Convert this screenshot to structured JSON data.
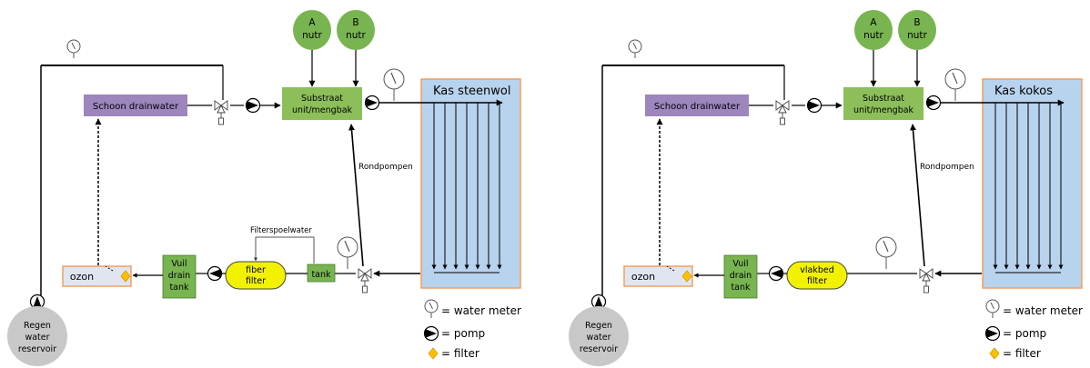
{
  "left": {
    "greenhouse_label": "Kas steenwol",
    "clean_drainwater": "Schoon drainwater",
    "substrate_unit": [
      "Substraat",
      "unit/mengbak"
    ],
    "nutrient_a": [
      "A",
      "nutr"
    ],
    "nutrient_b": [
      "B",
      "nutr"
    ],
    "recirculation": "Rondpompen",
    "filter_rinse_water": "Filterspoelwater",
    "tank": "tank",
    "filter": [
      "fiber",
      "filter"
    ],
    "dirty_tank": [
      "Vuil",
      "drain",
      "tank"
    ],
    "ozone": "ozon",
    "reservoir": [
      "Regen",
      "water",
      "reservoir"
    ]
  },
  "right": {
    "greenhouse_label": "Kas kokos",
    "clean_drainwater": "Schoon drainwater",
    "substrate_unit": [
      "Substraat",
      "unit/mengbak"
    ],
    "nutrient_a": [
      "A",
      "nutr"
    ],
    "nutrient_b": [
      "B",
      "nutr"
    ],
    "recirculation": "Rondpompen",
    "filter": [
      "vlakbed",
      "filter"
    ],
    "dirty_tank": [
      "Vuil",
      "drain",
      "tank"
    ],
    "ozone": "ozon",
    "reservoir": [
      "Regen",
      "water",
      "reservoir"
    ]
  },
  "legend": {
    "water_meter": "= water meter",
    "pump": "= pomp",
    "filter": "= filter"
  },
  "colors": {
    "greenhouse_fill": "#b8d3ee",
    "greenhouse_border": "#f0a060",
    "nutrient_green": "#78b450",
    "substrate_green": "#8cbf5a",
    "drainwater_purple": "#9c86bd",
    "filter_yellow": "#f2f200",
    "ozone_fill": "#dfe6f2",
    "ozone_border": "#f0a060",
    "filter_diamond": "#ffc000",
    "reservoir_grey": "#c8c8c8"
  },
  "icons": [
    "water-meter-icon",
    "pump-icon",
    "valve-icon",
    "filter-diamond-icon"
  ]
}
